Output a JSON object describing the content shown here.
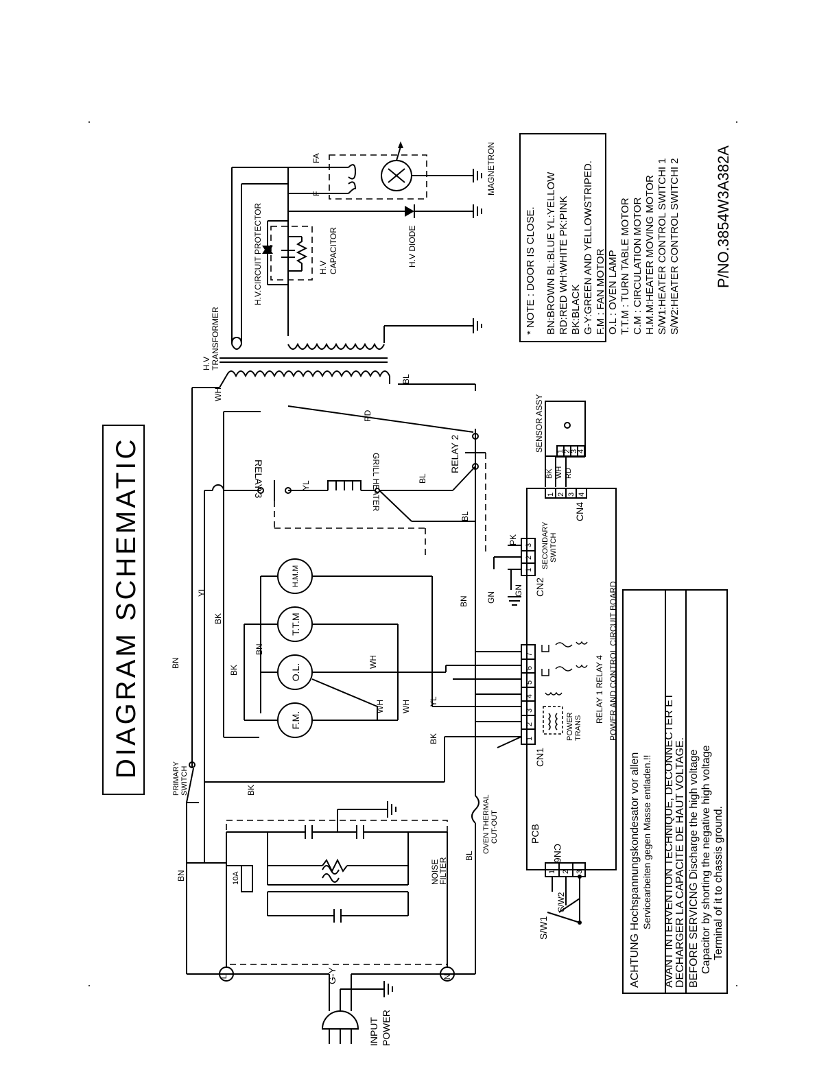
{
  "title": "DIAGRAM SCHEMATIC",
  "part_number": "P/NO.3854W3A382A",
  "notes": [
    "* NOTE : DOOR IS CLOSE.",
    "BN:BROWN  BL:BLUE  YL:YELLOW",
    "RD:RED   WH:WHITE   PK:PINK",
    "BK:BLACK",
    "G-Y:GREEN AND YELLOWSTRIPED.",
    "F.M : FAN MOTOR",
    "O.L : OVEN LAMP",
    "T.T.M : TURN TABLE MOTOR",
    "C.M : CIRCULATION MOTOR",
    "H.M.M:HEATER MOVING MOTOR",
    "S/W1:HEATER CONTROL SWITCHI 1",
    "S/W2:HEATER CONTROL SWITCHI 2"
  ],
  "warnings": {
    "de": [
      "ACHTUNG Hochspannungskondesator vor allen",
      "Servicearbeiten gegen Masse entladen.!!"
    ],
    "fr": [
      "AVANT INTERVENTION TECHNIQUE, DECONNECTER ET",
      "DECHARGER LA CAPACITE DE HAUT VOLTAGE."
    ],
    "en": [
      "BEFORE SERVICNG Discharge the high voltage",
      "Capacitor by shorting the negative high voltage",
      "Terminal of it to chassis ground."
    ]
  },
  "components": {
    "input_power": [
      "INPUT",
      "POWER"
    ],
    "gy": "G-Y",
    "fuse": "10A",
    "noise_filter": [
      "NOISE",
      "FILTER"
    ],
    "terminal_l": "L",
    "terminal_n": "N",
    "primary_switch": [
      "PRIMARY",
      "SWITCH"
    ],
    "oven_thermal": [
      "OVEN THERMAL",
      "CUT-OUT"
    ],
    "fm": "F.M.",
    "ol": "O.L.",
    "ttm": "T.T.M",
    "hmm": "H.M.M",
    "relay3": "RELAY 3",
    "relay2": "RELAY 2",
    "grill_heater": "GRILL HEATER",
    "hv_transformer": [
      "H.V",
      "TRANSFORMER"
    ],
    "hv_circuit_protector": "H.V.CIRCUIT PROTECTOR",
    "hv_capacitor": [
      "H.V",
      "CAPACITOR"
    ],
    "hv_diode": "H.V DIODE",
    "magnetron": "MAGNETRON",
    "f": "F",
    "fa": "FA",
    "sensor_assy": "SENSOR ASSY",
    "secondary_switch": [
      "SECONDARY",
      "SWITCH"
    ],
    "power_trans": [
      "POWER",
      "TRANS"
    ],
    "relay1_relay4": "RELAY 1  RELAY 4",
    "board": "POWER AND CONTROL CIRCUIT BOARD",
    "pcb": "PCB",
    "cn1": "CN1",
    "cn2": "CN2",
    "cn4": "CN4",
    "cn6": "CN6",
    "sw1": "S/W1",
    "sw2": "S/W2"
  },
  "wire_labels": {
    "bn": "BN",
    "bk": "BK",
    "yl": "YL",
    "wh": "WH",
    "bl": "BL",
    "rd": "RD",
    "gn": "GN",
    "pk": "PK"
  },
  "pins": {
    "cn1": [
      "1",
      "2",
      "3",
      "4",
      "5",
      "6",
      "7"
    ],
    "cn2": [
      "3",
      "2",
      "1"
    ],
    "cn4": [
      "1",
      "2",
      "3",
      "4"
    ],
    "cn6": [
      "1",
      "2",
      "3"
    ],
    "sensor": [
      "1",
      "2",
      "3",
      "4"
    ],
    "sensor_wires": [
      "BK",
      "WH",
      "RD"
    ]
  }
}
